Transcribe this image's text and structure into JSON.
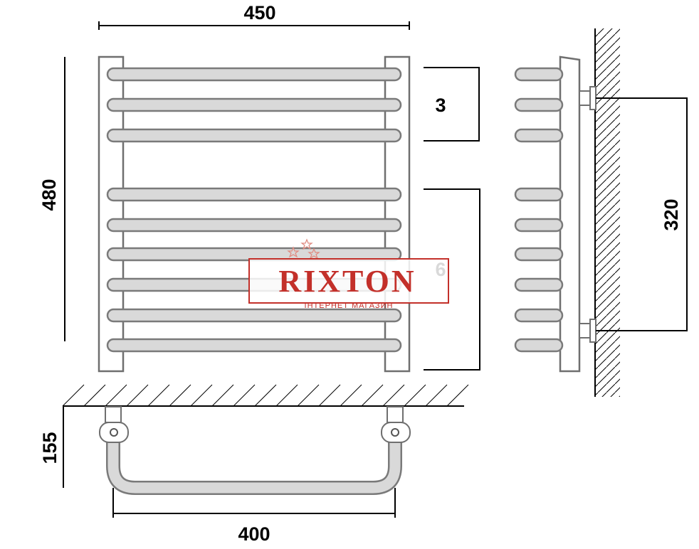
{
  "dimensions": {
    "overall_width": "450",
    "overall_height": "480",
    "group_top_count": "3",
    "group_bottom_count": "6",
    "wall_distance": "155",
    "mount_centers_horizontal": "400",
    "mount_centers_vertical": "320"
  },
  "watermark": {
    "brand": "RIXTON",
    "subtitle": "ІНТЕРНЕТ МАГАЗИН"
  },
  "colors": {
    "line": "#000000",
    "tube_fill": "#d9d9d9",
    "tube_stroke": "#7a7a7a",
    "frame_stroke": "#6f6f6f",
    "logo": "#c3302a"
  }
}
